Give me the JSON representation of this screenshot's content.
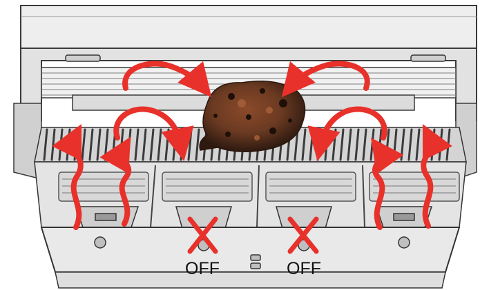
{
  "diagram": {
    "off_label_left": "OFF",
    "off_label_right": "OFF",
    "burners": [
      {
        "name": "burner-1",
        "state": "on"
      },
      {
        "name": "burner-2",
        "state": "off"
      },
      {
        "name": "burner-3",
        "state": "off"
      },
      {
        "name": "burner-4",
        "state": "on"
      }
    ]
  },
  "colors": {
    "heat_arrow": "#e8312a",
    "grill_line": "#3a3a3a",
    "grill_fill": "#d9d9d9",
    "lid_fill": "#e6e6e6",
    "meat": "#6b3a22"
  }
}
